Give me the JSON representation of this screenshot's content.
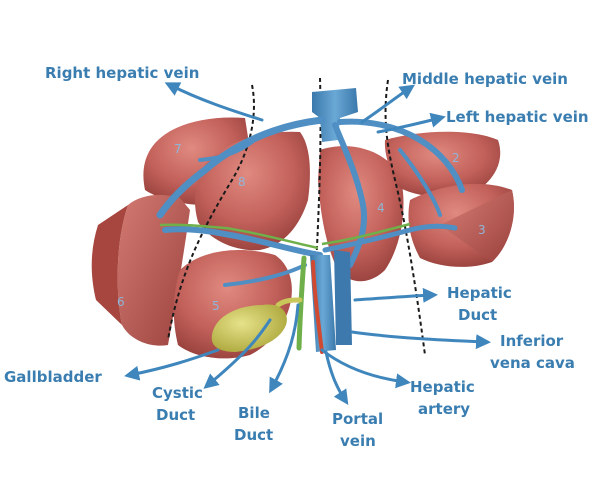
{
  "labels": {
    "right_hepatic_vein": "Right hepatic vein",
    "middle_hepatic_vein": "Middle hepatic vein",
    "left_hepatic_vein": "Left hepatic vein",
    "hepatic_duct_1": "Hepatic",
    "hepatic_duct_2": "Duct",
    "inferior_vena_cava_1": "Inferior",
    "inferior_vena_cava_2": "vena cava",
    "gallbladder": "Gallbladder",
    "cystic_duct_1": "Cystic",
    "cystic_duct_2": "Duct",
    "bile_duct_1": "Bile",
    "bile_duct_2": "Duct",
    "portal_vein_1": "Portal",
    "portal_vein_2": "vein",
    "hepatic_artery_1": "Hepatic",
    "hepatic_artery_2": "artery"
  },
  "segments": [
    "2",
    "3",
    "4",
    "5",
    "6",
    "7",
    "8"
  ],
  "colors": {
    "label": "#3a7db0",
    "arrow": "#3f86bd",
    "liver": "#b9524c",
    "vessel": "#4f8fc3",
    "gallbladder": "#c9c65a",
    "bile": "#6fb04a",
    "artery": "#d04a32"
  }
}
